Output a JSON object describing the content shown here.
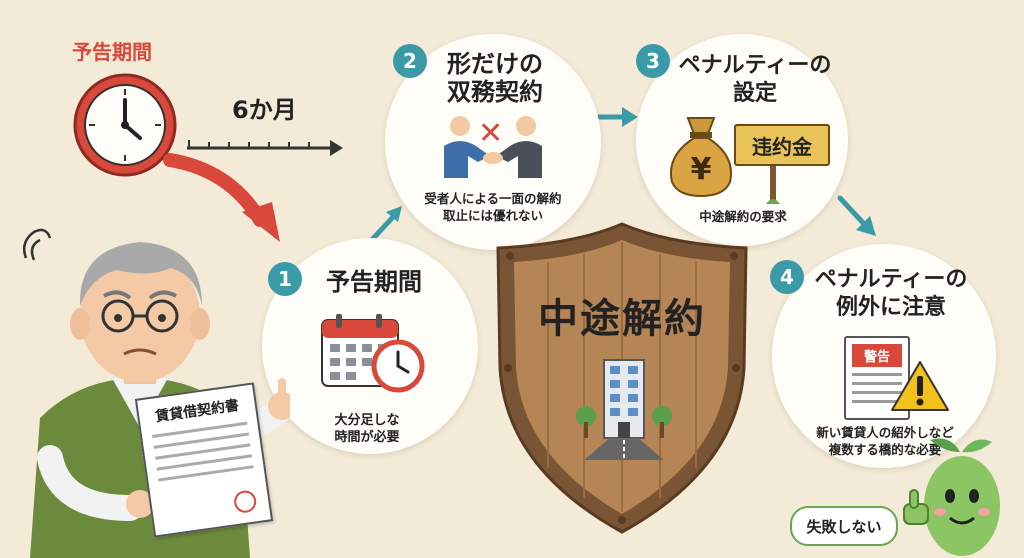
{
  "notice_period": {
    "label": "予告期間",
    "duration": "6か月"
  },
  "step1": {
    "number": "1",
    "title": "予告期間",
    "desc_line1": "大分足しな",
    "desc_line2": "時間が必要"
  },
  "step2": {
    "number": "2",
    "title_line1": "形だけの",
    "title_line2": "双務契約",
    "desc_line1": "受者人による一面の解約",
    "desc_line2": "取止には優れない"
  },
  "step3": {
    "number": "3",
    "title_line1": "ペナルティーの",
    "title_line2": "設定",
    "sign": "违约金",
    "money_symbol": "¥",
    "desc": "中途解約の要求"
  },
  "step4": {
    "number": "4",
    "title_line1": "ペナルティーの",
    "title_line2": "例外に注意",
    "doc_label": "警告",
    "desc_line1": "新い賃貸人の紹外しなど",
    "desc_line2": "複数する橋的な必要"
  },
  "shield": {
    "title": "中途解約"
  },
  "contract": {
    "title": "賃貸借契約書"
  },
  "mascot": {
    "speech": "失敗しない"
  },
  "colors": {
    "accent": "#3a9aa7",
    "red": "#d8483b",
    "shield": "#b58556",
    "background": "#f3ead7"
  },
  "icons": [
    "clock-icon",
    "timeline-icon",
    "handshake-icon",
    "x-mark-icon",
    "money-bag-icon",
    "sign-icon",
    "calendar-icon",
    "warning-icon",
    "document-icon",
    "building-icon",
    "shield-icon",
    "thumbs-up-icon"
  ]
}
